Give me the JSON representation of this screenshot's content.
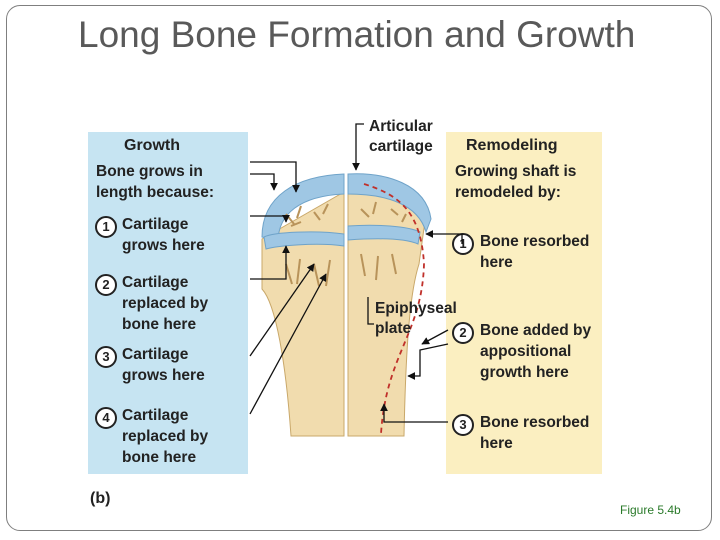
{
  "slide": {
    "title": "Long Bone Formation and Growth",
    "caption": "Figure 5.4b"
  },
  "figure": {
    "letter": "(b)",
    "growth": {
      "heading": "Growth",
      "lead": "Bone grows in length because:",
      "items": [
        {
          "num": "1",
          "text": "Cartilage grows here"
        },
        {
          "num": "2",
          "text": "Cartilage replaced by bone here"
        },
        {
          "num": "3",
          "text": "Cartilage grows here"
        },
        {
          "num": "4",
          "text": "Cartilage replaced by bone here"
        }
      ]
    },
    "remodeling": {
      "heading": "Remodeling",
      "lead": "Growing shaft is remodeled by:",
      "items": [
        {
          "num": "1",
          "text": "Bone resorbed here"
        },
        {
          "num": "2",
          "text": "Bone added by appositional growth here"
        },
        {
          "num": "3",
          "text": "Bone resorbed here"
        }
      ]
    },
    "labels": {
      "articular_cartilage": "Articular cartilage",
      "epiphyseal_plate": "Epiphyseal plate"
    }
  },
  "colors": {
    "growth_panel": "#c6e4f2",
    "remodel_panel": "#fbefc1",
    "cartilage": "#9fc7e4",
    "bone": "#f1dcae",
    "caption_text": "#2a7a2a"
  }
}
